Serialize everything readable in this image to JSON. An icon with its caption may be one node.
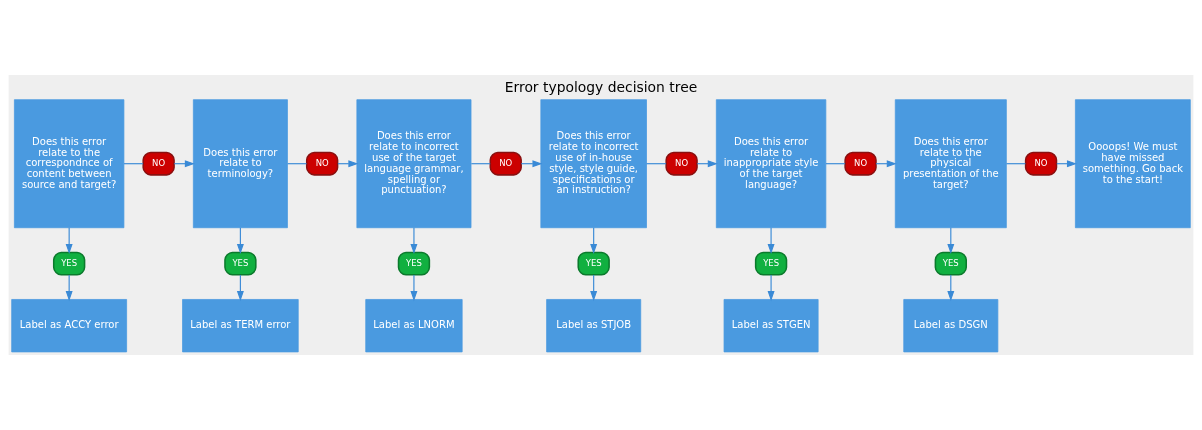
{
  "diagram": {
    "title": "Error typology decision tree",
    "nodes": [
      {
        "text": [
          "Does this error relate to the correspondnce of content between source and target?"
        ]
      },
      {
        "text": [
          "NO"
        ]
      },
      {
        "text": [
          "Does this error relate to terminology?"
        ]
      },
      {
        "text": [
          "NO"
        ]
      },
      {
        "text": [
          "Does this error relate to incorrect use of the target language grammar, spelling or punctuation?"
        ]
      },
      {
        "text": [
          "NO"
        ]
      },
      {
        "text": [
          "Does this error relate to incorrect use of in-house style, style guide, specifications or an instruction?"
        ]
      },
      {
        "text": [
          "NO"
        ]
      },
      {
        "text": [
          "Does this error relate to inappropriate style of the target language?"
        ]
      },
      {
        "text": [
          "NO"
        ]
      },
      {
        "text": [
          "Does this error relate to the physical presentation of the target?"
        ]
      },
      {
        "text": [
          "NO"
        ]
      },
      {
        "text": [
          "Oooops! We must have missed something. Go back to the start!"
        ]
      },
      {
        "text": [
          "YES"
        ]
      },
      {
        "text": [
          "YES"
        ]
      },
      {
        "text": [
          "YES"
        ]
      },
      {
        "text": [
          "YES"
        ]
      },
      {
        "text": [
          "YES"
        ]
      },
      {
        "text": [
          "YES"
        ]
      },
      {
        "text": [
          "Label as ACCY error"
        ]
      },
      {
        "text": [
          "Label as TERM error"
        ]
      },
      {
        "text": [
          "Label as LNORM"
        ]
      },
      {
        "text": [
          "Label as STJOB"
        ]
      },
      {
        "text": [
          "Label as STGEN"
        ]
      },
      {
        "text": [
          "Label as DSGN"
        ]
      }
    ],
    "edges": [
      {
        "from": 0,
        "to": 1,
        "arrow": "none"
      },
      {
        "from": 1,
        "to": 2,
        "arrow": "to"
      },
      {
        "from": 2,
        "to": 3,
        "arrow": "none"
      },
      {
        "from": 3,
        "to": 4,
        "arrow": "to"
      },
      {
        "from": 4,
        "to": 5,
        "arrow": "none"
      },
      {
        "from": 5,
        "to": 6,
        "arrow": "to"
      },
      {
        "from": 6,
        "to": 7,
        "arrow": "none"
      },
      {
        "from": 7,
        "to": 8,
        "arrow": "to"
      },
      {
        "from": 8,
        "to": 9,
        "arrow": "none"
      },
      {
        "from": 9,
        "to": 10,
        "arrow": "to"
      },
      {
        "from": 10,
        "to": 11,
        "arrow": "none"
      },
      {
        "from": 11,
        "to": 12,
        "arrow": "to"
      },
      {
        "from": 0,
        "to": 13,
        "arrow": "to"
      },
      {
        "from": 13,
        "to": 19,
        "arrow": "to"
      },
      {
        "from": 2,
        "to": 14,
        "arrow": "to"
      },
      {
        "from": 14,
        "to": 20,
        "arrow": "to"
      },
      {
        "from": 4,
        "to": 15,
        "arrow": "to"
      },
      {
        "from": 15,
        "to": 21,
        "arrow": "to"
      },
      {
        "from": 6,
        "to": 16,
        "arrow": "to"
      },
      {
        "from": 16,
        "to": 22,
        "arrow": "to"
      },
      {
        "from": 8,
        "to": 17,
        "arrow": "to"
      },
      {
        "from": 17,
        "to": 23,
        "arrow": "to"
      },
      {
        "from": 10,
        "to": 18,
        "arrow": "to"
      },
      {
        "from": 18,
        "to": 24,
        "arrow": "to"
      }
    ]
  }
}
